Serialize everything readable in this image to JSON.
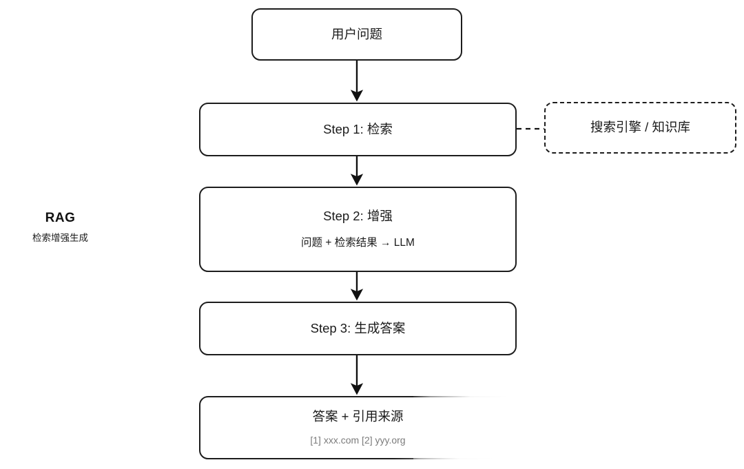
{
  "diagram": {
    "type": "flowchart",
    "orientation": "vertical",
    "background_color": "#ffffff",
    "line_color": "#1c1c1c",
    "text_color": "#1a1a1a",
    "muted_text_color": "#7b7b7b"
  },
  "caption": {
    "title": "RAG",
    "subtitle": "检索增强生成"
  },
  "nodes": {
    "user_question": {
      "title": "用户问题"
    },
    "step1": {
      "title": "Step 1: 检索"
    },
    "source": {
      "title": "搜索引擎 / 知识库",
      "border_style": "dashed"
    },
    "step2": {
      "title": "Step 2: 增强",
      "subtitle": "问题 + 检索结果 → LLM"
    },
    "step3": {
      "title": "Step 3: 生成答案"
    },
    "answer": {
      "title": "答案 + 引用来源",
      "citation": "[1] xxx.com [2] yyy.org"
    }
  },
  "edges": [
    {
      "from": "user_question",
      "to": "step1",
      "style": "solid",
      "arrow": "triangle"
    },
    {
      "from": "step1",
      "to": "step2",
      "style": "solid",
      "arrow": "triangle"
    },
    {
      "from": "step2",
      "to": "step3",
      "style": "solid",
      "arrow": "triangle"
    },
    {
      "from": "step3",
      "to": "answer",
      "style": "solid",
      "arrow": "triangle"
    },
    {
      "from": "step1",
      "to": "source",
      "style": "dashed",
      "arrow": "none"
    }
  ]
}
